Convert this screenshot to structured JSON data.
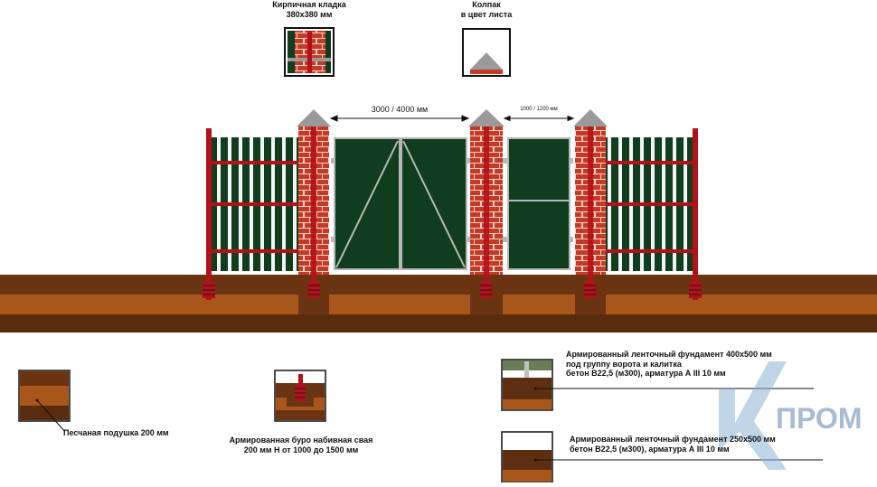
{
  "top_labels": {
    "brick": {
      "line1": "Кирпичная кладка",
      "line2": "380х380 мм"
    },
    "cap": {
      "line1": "Колпак",
      "line2": "в цвет листа"
    }
  },
  "dimensions": {
    "gate": "3000 / 4000 мм",
    "wicket": "1000 / 1200 мм"
  },
  "legend": {
    "sand": "Песчаная подушка 200 мм",
    "pile": {
      "line1": "Армированная буро набивная свая",
      "line2": "200 мм Н от 1000 до 1500 мм"
    },
    "foundation_gate": {
      "line1": "Армированный ленточный фундамент 400х500 мм",
      "line2": "под группу ворота и калитка",
      "line3": "бетон В22,5 (м300), арматура А III 10 мм"
    },
    "foundation_fence": {
      "line1": "Армированный ленточный фундамент 250х500 мм",
      "line2": "бетон В22,5 (м300), арматура А III 10 мм"
    }
  },
  "logo": {
    "text": "ПРОМ"
  },
  "colors": {
    "brick": "#c0392b",
    "post_red": "#b3111a",
    "sheet_green": "#0f3d1e",
    "soil_dark": "#5e2e10",
    "soil_light": "#a45318",
    "cap_gray": "#9a9a9a",
    "frame_gray": "#b8b8b8"
  }
}
